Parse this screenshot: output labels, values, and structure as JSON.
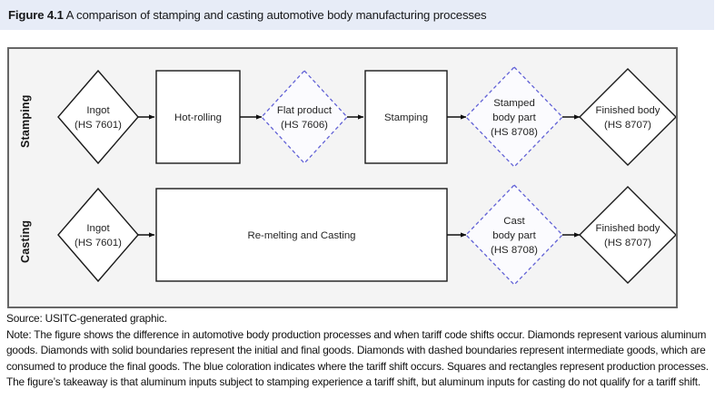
{
  "title": {
    "figure_number": "Figure 4.1",
    "caption": " A comparison of stamping and casting automotive body manufacturing processes"
  },
  "colors": {
    "title_band": "#e7ecf7",
    "frame_fill": "#f4f4f4",
    "frame_border": "#666666",
    "tariff_shift_blue": "#6161d6",
    "shape_stroke": "#1a1a1a"
  },
  "diagram": {
    "rows": [
      {
        "label": "Stamping",
        "nodes": [
          {
            "shape": "diamond",
            "style": "solid",
            "line1": "Ingot",
            "line2": "(HS 7601)",
            "line3": ""
          },
          {
            "shape": "rect",
            "style": "solid",
            "line1": "Hot-rolling",
            "line2": "",
            "line3": ""
          },
          {
            "shape": "diamond",
            "style": "dashed",
            "line1": "Flat product",
            "line2": "(HS 7606)",
            "line3": ""
          },
          {
            "shape": "rect",
            "style": "solid",
            "line1": "Stamping",
            "line2": "",
            "line3": ""
          },
          {
            "shape": "diamond",
            "style": "dashed",
            "line1": "Stamped",
            "line2": "body part",
            "line3": "(HS 8708)"
          },
          {
            "shape": "diamond",
            "style": "solid",
            "line1": "Finished body",
            "line2": "(HS 8707)",
            "line3": ""
          }
        ]
      },
      {
        "label": "Casting",
        "nodes": [
          {
            "shape": "diamond",
            "style": "solid",
            "line1": "Ingot",
            "line2": "(HS 7601)",
            "line3": ""
          },
          {
            "shape": "rect",
            "style": "solid",
            "line1": "Re-melting and Casting",
            "line2": "",
            "line3": ""
          },
          {
            "shape": "diamond",
            "style": "dashed",
            "line1": "Cast",
            "line2": "body part",
            "line3": "(HS 8708)"
          },
          {
            "shape": "diamond",
            "style": "solid",
            "line1": "Finished body",
            "line2": "(HS 8707)",
            "line3": ""
          }
        ]
      }
    ]
  },
  "notes": {
    "source": "Source: USITC-generated graphic.",
    "note": "Note: The figure shows the difference in automotive body production processes and when tariff code shifts occur. Diamonds represent various aluminum goods. Diamonds with solid boundaries represent the initial and final goods. Diamonds with dashed boundaries represent intermediate goods, which are consumed to produce the final goods. The blue coloration indicates where the tariff shift occurs. Squares and rectangles represent production processes. The figure’s takeaway is that aluminum inputs subject to stamping experience a tariff shift, but aluminum inputs for casting do not qualify for a tariff shift."
  }
}
